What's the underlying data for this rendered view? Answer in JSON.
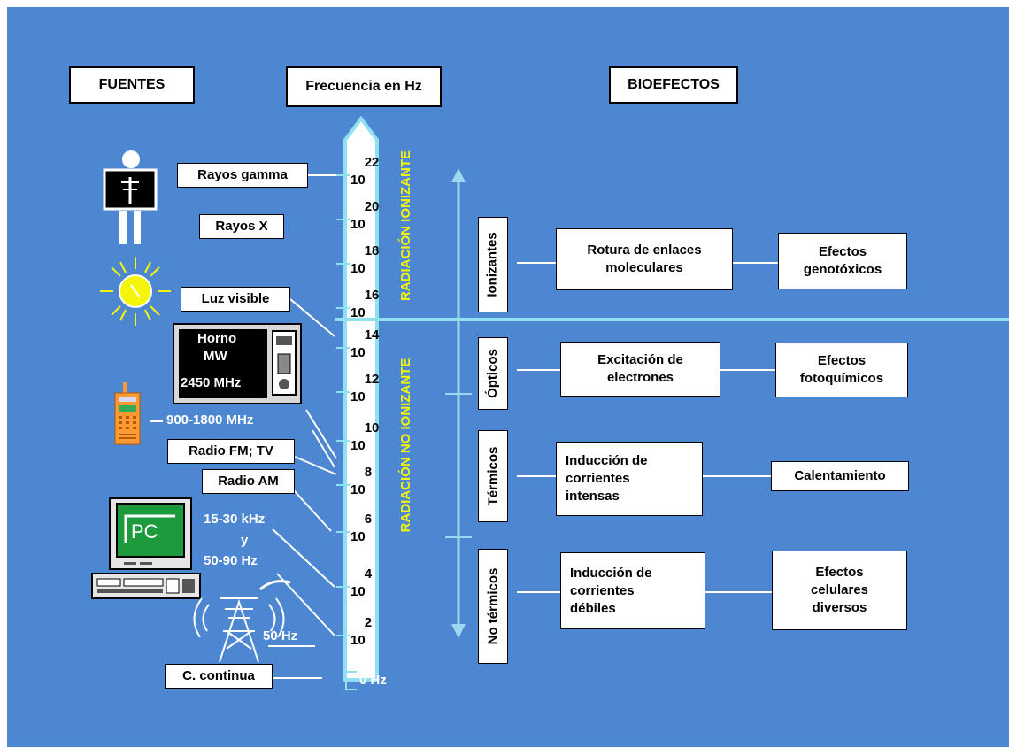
{
  "headers": {
    "sources": "FUENTES",
    "frequency": "Frecuencia en Hz",
    "bioeffects": "BIOEFECTOS"
  },
  "sources": {
    "gamma": "Rayos gamma",
    "xrays": "Rayos X",
    "visible_light": "Luz visible",
    "microwave_line1": "Horno",
    "microwave_line2": "MW",
    "microwave_line3": "2450 MHz",
    "mobile": "900-1800 MHz",
    "fm_tv": "Radio FM; TV",
    "am": "Radio AM",
    "pc_line1": "15-30 kHz",
    "pc_line2": "y",
    "pc_line3": "50-90 Hz",
    "pc_screen": "PC",
    "power_line": "50 Hz",
    "dc": "C. continua"
  },
  "scale": {
    "base": "10",
    "exponents": [
      "22",
      "20",
      "18",
      "16",
      "14",
      "12",
      "10",
      "8",
      "6",
      "4",
      "2"
    ],
    "zero": "0 Hz",
    "ionizing_label": "RADIACIÓN IONIZANTE",
    "non_ionizing_label": "RADIACIÓN NO IONIZANTE"
  },
  "categories": {
    "ionizing": "Ionizantes",
    "optical": "Ópticos",
    "thermal": "Térmicos",
    "non_thermal": "No térmicos"
  },
  "mechanisms": {
    "ionizing_line1": "Rotura de enlaces",
    "ionizing_line2": "moleculares",
    "optical_line1": "Excitación de",
    "optical_line2": "electrones",
    "thermal_line1": "Inducción de",
    "thermal_line2": "corrientes",
    "thermal_line3": "intensas",
    "nonthermal_line1": "Inducción de",
    "nonthermal_line2": "corrientes",
    "nonthermal_line3": "débiles"
  },
  "effects": {
    "ionizing_line1": "Efectos",
    "ionizing_line2": "genotóxicos",
    "optical_line1": "Efectos",
    "optical_line2": "fotoquímicos",
    "thermal": "Calentamiento",
    "nonthermal_line1": "Efectos",
    "nonthermal_line2": "celulares",
    "nonthermal_line3": "diversos"
  },
  "colors": {
    "background": "#4d87d2",
    "axis": "#8fe1f2",
    "label_yellow": "#f5f50a",
    "arrow_blue": "#9ed8f0",
    "box": "#ffffff"
  }
}
